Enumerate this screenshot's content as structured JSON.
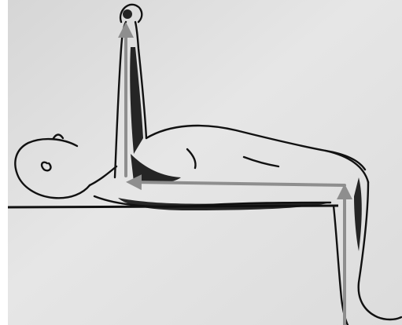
{
  "colors": {
    "paper": "#e4e4e4",
    "paper_shadow": "#d2d2d2",
    "ink": "#0e0e0e",
    "arrow": "#8e8e8e"
  },
  "figure": {
    "subject": "person-lying-supine-on-bench-with-arm-raised",
    "arrows": [
      {
        "name": "vertical-arm-arrow",
        "direction": "up"
      },
      {
        "name": "horizontal-torso-arrow",
        "direction": "left"
      },
      {
        "name": "vertical-thigh-arrow",
        "direction": "up"
      }
    ]
  }
}
